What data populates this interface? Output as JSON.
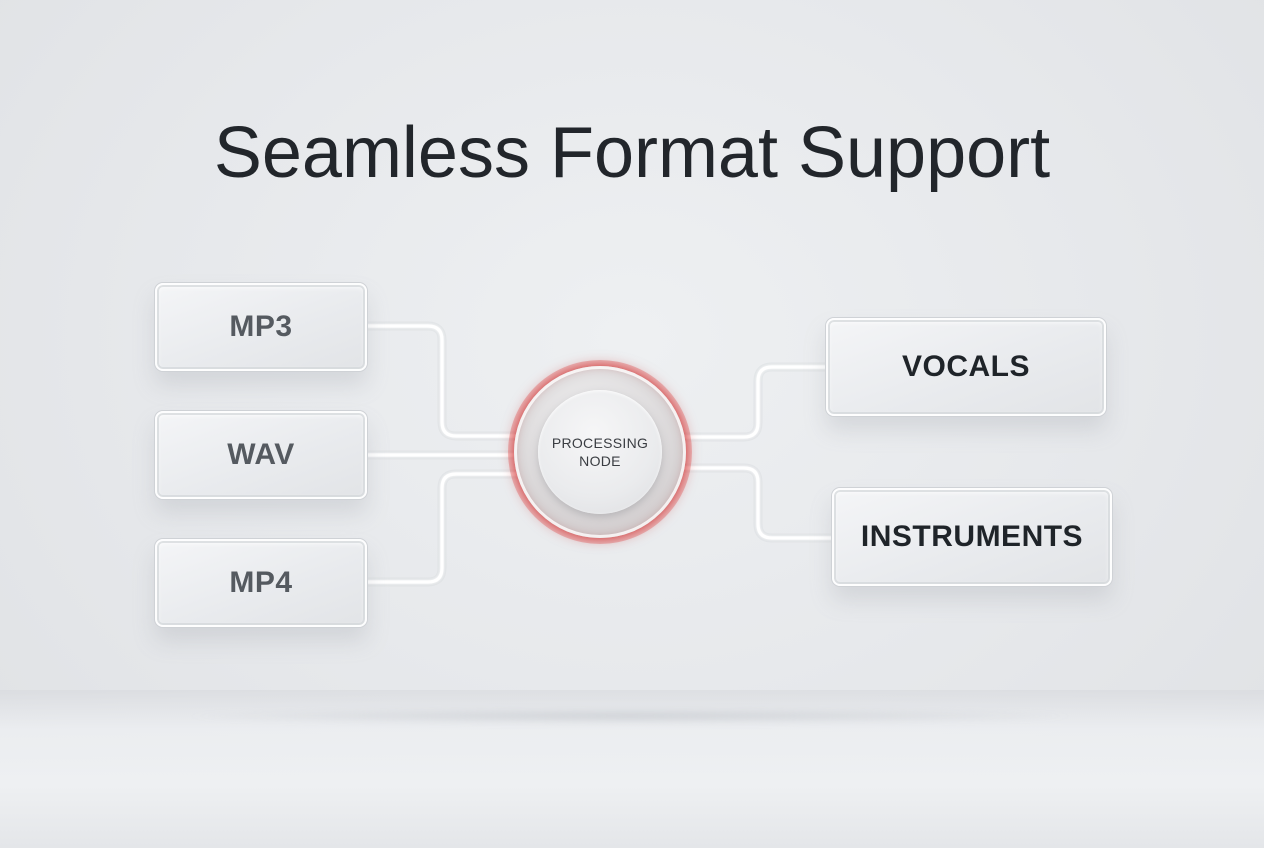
{
  "title": "Seamless Format Support",
  "inputs": [
    {
      "label": "MP3"
    },
    {
      "label": "WAV"
    },
    {
      "label": "MP4"
    }
  ],
  "node": {
    "line1": "PROCESSING",
    "line2": "NODE",
    "glow_color": "#cc2b2b"
  },
  "outputs": [
    {
      "label": "VOCALS"
    },
    {
      "label": "INSTRUMENTS"
    }
  ],
  "colors": {
    "background": "#e8eaed",
    "title": "#22262b",
    "wire": "#ffffff",
    "accent": "#cc2b2b"
  }
}
